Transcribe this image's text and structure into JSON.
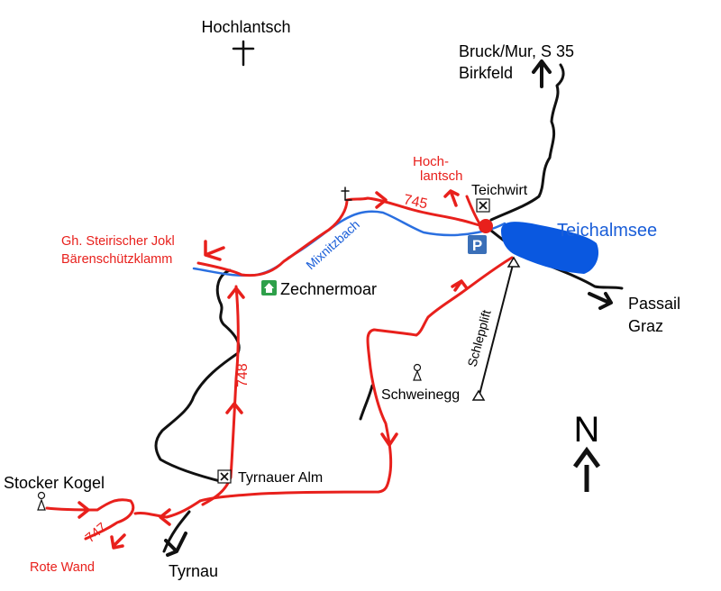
{
  "colors": {
    "trail": "#e8201c",
    "road": "#111111",
    "stream": "#2a6fe0",
    "lake": "#0a58e0",
    "parking": "#3a6fb8",
    "restaurant_dot": "#e8201c",
    "hut_icon": "#2ea04a"
  },
  "labels": {
    "hochlantsch": "Hochlantsch",
    "bruck_line1": "Bruck/Mur, S 35",
    "bruck_line2": "Birkfeld",
    "hoch_line1": "Hoch-",
    "hoch_line2": "lantsch",
    "teichwirt": "Teichwirt",
    "teichalmsee": "Teichalmsee",
    "jokl_line1": "Gh. Steirischer Jokl",
    "jokl_line2": "Bärenschützklamm",
    "mixnitzbach": "Mixnitzbach",
    "zechnermoar": "Zechnermoar",
    "passail": "Passail",
    "graz": "Graz",
    "schlepplift": "Schlepplift",
    "schweinegg": "Schweinegg",
    "stocker_kogel": "Stocker Kogel",
    "tyrnauer_alm": "Tyrnauer Alm",
    "tyrnau": "Tyrnau",
    "rote_wand": "Rote Wand",
    "north": "N",
    "parking": "P"
  },
  "trail_numbers": {
    "t745": "745",
    "t748": "748",
    "t747": "747"
  },
  "icons": {
    "summit_cross": "cross-icon",
    "small_cross": "chapel-cross-icon",
    "restaurant": "restaurant-icon",
    "hut": "hut-icon",
    "parking": "parking-icon",
    "peak_marker": "peak-marker-icon",
    "north_arrow": "north-arrow-icon"
  }
}
